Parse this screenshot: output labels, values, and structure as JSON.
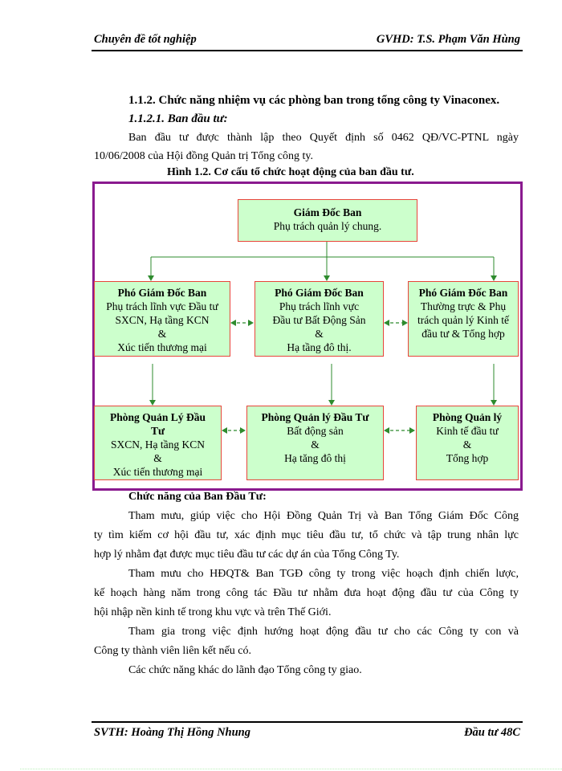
{
  "header": {
    "left": "Chuyên đề tốt nghiệp",
    "right": "GVHD:  T.S. Phạm Văn Hùng"
  },
  "section": {
    "heading": "1.1.2. Chức năng nhiệm vụ các phòng ban trong tổng công ty Vinaconex.",
    "subheading": "1.1.2.1. Ban đầu tư:",
    "intro_line1": "Ban đầu tư được thành lập theo Quyết định số 0462 QĐ/VC-PTNL  ngày",
    "intro_line2": "10/06/2008 của Hội đồng Quản trị Tổng công ty.",
    "figure_caption": "Hình 1.2.  Cơ cấu tổ chức hoạt động của ban đầu tư."
  },
  "org_chart": {
    "colors": {
      "frame": "#8a1a8f",
      "box_fill": "#ccffcc",
      "box_border": "#e8443a",
      "connector": "#2e8b2e"
    },
    "top": {
      "title": "Giám Đốc Ban",
      "lines": [
        "Phụ trách quản lý chung."
      ]
    },
    "deputies": [
      {
        "title": "Phó Giám Đốc Ban",
        "lines": [
          "Phụ trách lĩnh vực Đầu tư",
          "SXCN, Hạ tầng KCN",
          "&",
          "Xúc tiến thương mại"
        ]
      },
      {
        "title": "Phó Giám Đốc Ban",
        "lines": [
          "Phụ trách lĩnh  vực",
          "Đầu tư Bất Động Sản",
          "&",
          "Hạ tầng đô thị."
        ]
      },
      {
        "title": "Phó Giám Đốc Ban",
        "lines": [
          "Thường trực & Phụ",
          "trách quản lý Kinh tế",
          "đầu tư & Tổng hợp"
        ]
      }
    ],
    "departments": [
      {
        "title": "Phòng Quản Lý Đầu",
        "title2": "Tư",
        "lines": [
          "SXCN, Hạ tầng KCN",
          "&",
          "Xúc tiến thương mại"
        ]
      },
      {
        "title": "Phòng Quản lý Đầu Tư",
        "lines": [
          "Bất động sản",
          "&",
          "Hạ tăng đô thị"
        ]
      },
      {
        "title": "Phòng Quản lý",
        "lines": [
          "Kinh tế đầu tư",
          "&",
          "Tổng hợp"
        ]
      }
    ]
  },
  "functions": {
    "heading": "Chức năng của Ban Đầu Tư:",
    "p1_l1": "Tham mưu, giúp việc cho Hội Đồng Quản Trị và Ban Tổng Giám Đốc Công",
    "p1_l2": "ty tìm kiếm cơ hội đầu tư, xác định mục tiêu đầu tư, tổ chức và tập trung nhân lực",
    "p1_l3": "hợp lý nhằm đạt được mục tiêu đầu tư các dự án của Tổng Công Ty.",
    "p2_l1": "Tham mưu cho HĐQT& Ban TGĐ công ty trong việc hoạch định chiến lược,",
    "p2_l2": "kế hoạch hàng năm trong công tác Đầu tư nhằm đưa hoạt động đầu tư của Công ty",
    "p2_l3": "hội nhập nền kinh tế trong khu vực và trên Thế Giới.",
    "p3_l1": "Tham  gia trong việc định hướng hoạt động đầu tư cho các Công ty con và",
    "p3_l2": "Công ty thành viên liên kết nếu có.",
    "p4_l1": "Các chức năng khác do lãnh đạo Tổng công ty giao."
  },
  "footer": {
    "left": "SVTH:  Hoàng Thị Hồng Nhung",
    "right": "Đầu tư 48C"
  }
}
